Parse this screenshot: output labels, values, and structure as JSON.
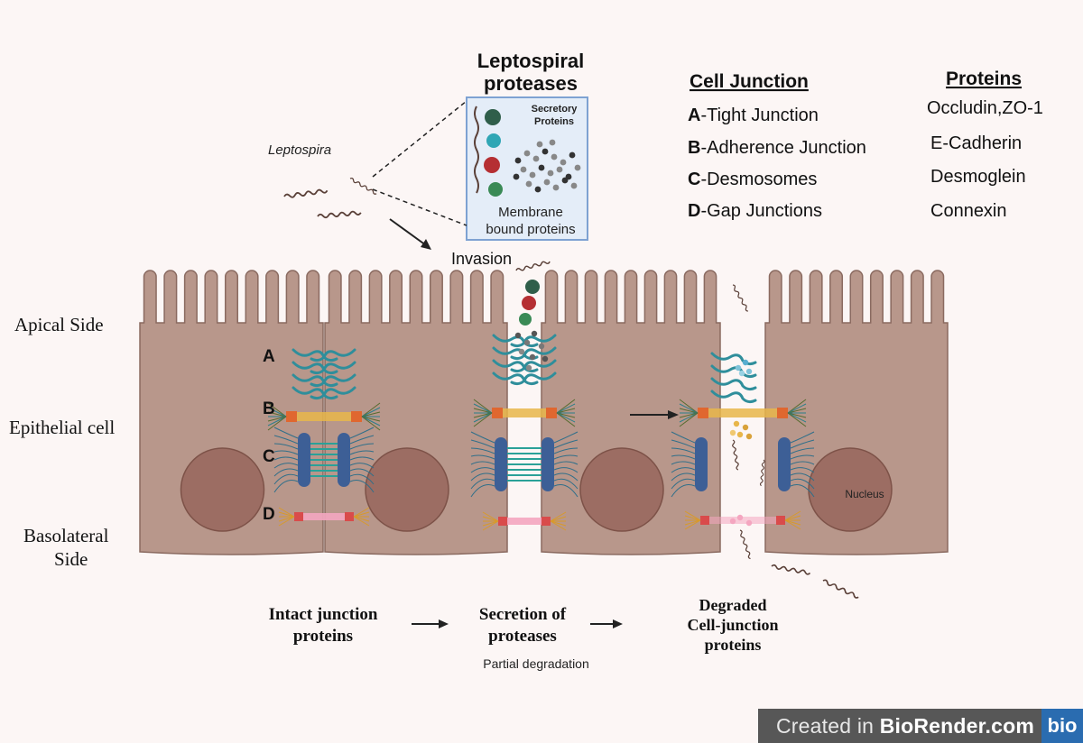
{
  "inset": {
    "title_line1": "Leptospiral",
    "title_line2": "proteases",
    "secretory_line1": "Secretory",
    "secretory_line2": "Proteins",
    "membrane_line1": "Membrane",
    "membrane_line2": "bound proteins"
  },
  "leptospira_label": "Leptospira",
  "invasion_label": "Invasion",
  "legend": {
    "junction_header": "Cell Junction",
    "protein_header": "Proteins",
    "rows": [
      {
        "letter": "A",
        "junction": "-Tight Junction",
        "protein": "Occludin,ZO-1"
      },
      {
        "letter": "B",
        "junction": "-Adherence Junction",
        "protein": "E-Cadherin"
      },
      {
        "letter": "C",
        "junction": "-Desmosomes",
        "protein": "Desmoglein"
      },
      {
        "letter": "D",
        "junction": "-Gap Junctions",
        "protein": "Connexin"
      }
    ]
  },
  "side_labels": {
    "apical": "Apical Side",
    "epithelial": "Epithelial cell",
    "basolateral_line1": "Basolateral",
    "basolateral_line2": "Side"
  },
  "junction_letters": [
    "A",
    "B",
    "C",
    "D"
  ],
  "nucleus_label": "Nucleus",
  "steps": {
    "intact_line1": "Intact junction",
    "intact_line2": "proteins",
    "secretion_line1": "Secretion of",
    "secretion_line2": "proteases",
    "partial": "Partial degradation",
    "degraded_line1": "Degraded",
    "degraded_line2": "Cell-junction",
    "degraded_line3": "proteins"
  },
  "credit": {
    "prefix": "Created in ",
    "brand": "BioRender.com",
    "logo": "bio"
  },
  "colors": {
    "cell_fill": "#b8978b",
    "cell_stroke": "#8a6a60",
    "nucleus": "#9c6d63",
    "tight": "#2f8e9b",
    "adherence_orange": "#e0672f",
    "adherence_yellow": "#e8b64a",
    "desmosome_blue": "#3d5f96",
    "desmosome_teal": "#2aa198",
    "gap_red": "#d94b4b",
    "gap_pink": "#f4a6c0",
    "inset_fill": "#e4edf8",
    "inset_stroke": "#7ea2d2"
  }
}
